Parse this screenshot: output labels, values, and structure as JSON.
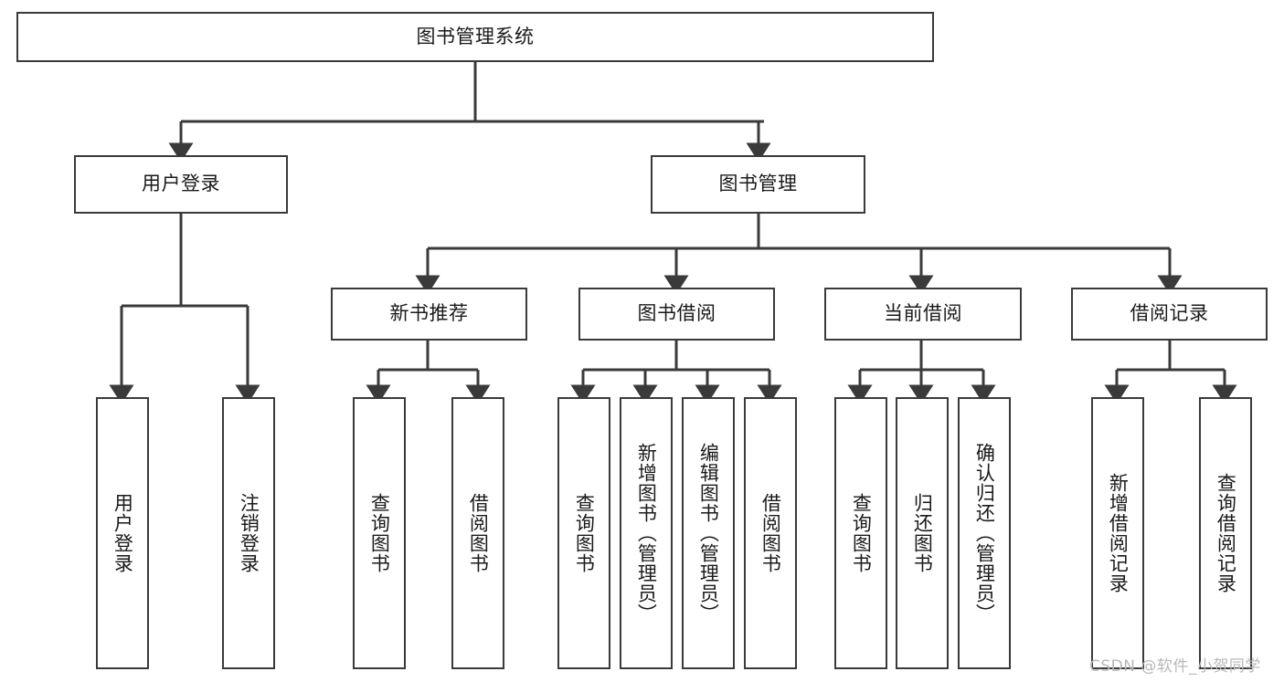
{
  "diagram": {
    "type": "tree",
    "title": "图书管理系统",
    "orientation": "top-down",
    "levels": 4,
    "line_color": "#3a3a3a",
    "box_fill": "#ffffff",
    "text_color": "#1a1a1a"
  },
  "root": {
    "label": "图书管理系统"
  },
  "level2": [
    {
      "label": "用户登录"
    },
    {
      "label": "图书管理"
    }
  ],
  "level3": [
    {
      "label": "新书推荐"
    },
    {
      "label": "图书借阅"
    },
    {
      "label": "当前借阅"
    },
    {
      "label": "借阅记录"
    }
  ],
  "leaves": {
    "user_login": [
      {
        "label": "用户登录"
      },
      {
        "label": "注销登录"
      }
    ],
    "new_book": [
      {
        "label": "查询图书"
      },
      {
        "label": "借阅图书"
      }
    ],
    "book_borrow": [
      {
        "label": "查询图书"
      },
      {
        "label": "新增图书（管理员）"
      },
      {
        "label": "编辑图书（管理员）"
      },
      {
        "label": "借阅图书"
      }
    ],
    "current_borrow": [
      {
        "label": "查询图书"
      },
      {
        "label": "归还图书"
      },
      {
        "label": "确认归还（管理员）"
      }
    ],
    "borrow_record": [
      {
        "label": "新增借阅记录"
      },
      {
        "label": "查询借阅记录"
      }
    ]
  },
  "watermark": {
    "text": "CSDN @软件_小贺同学"
  }
}
